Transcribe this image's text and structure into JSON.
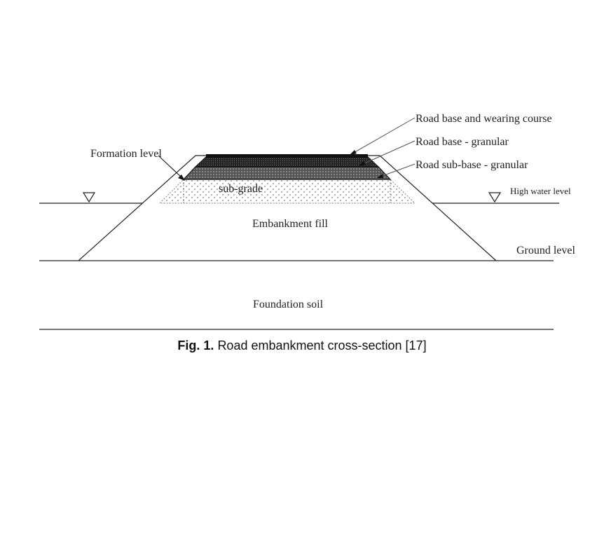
{
  "labels": {
    "road_base_wearing": "Road base and wearing course",
    "road_base_granular": "Road base - granular",
    "road_subbase_granular": "Road sub-base - granular",
    "formation_level": "Formation level",
    "high_water_level": "High water level",
    "sub_grade": "sub-grade",
    "embankment_fill": "Embankment fill",
    "ground_level": "Ground level",
    "foundation_soil": "Foundation soil"
  },
  "caption": {
    "prefix": "Fig. 1.",
    "text": "Road embankment cross-section [17]"
  }
}
